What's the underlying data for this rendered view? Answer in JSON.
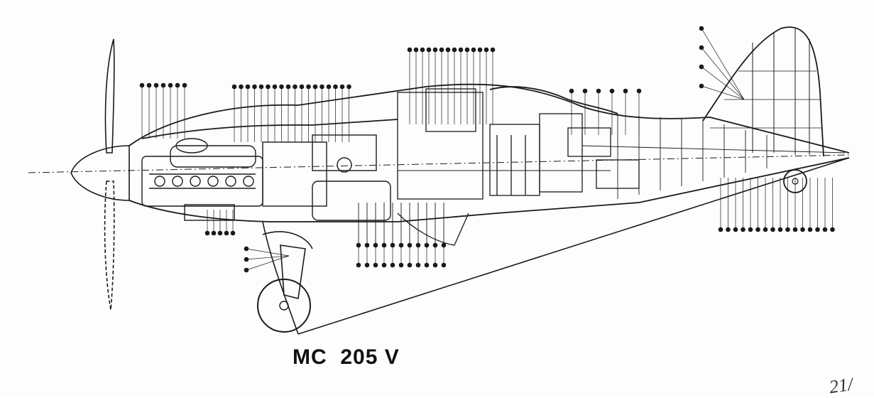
{
  "drawing": {
    "title": "MC  205 V",
    "page_mark": "21/",
    "ink_color": "#1a1a1a",
    "paper_color": "#fdfdfd",
    "callout_groups": [
      {
        "name": "nose-top-callouts",
        "count": 7
      },
      {
        "name": "engine-top-callouts",
        "count": 18
      },
      {
        "name": "cockpit-top-callouts",
        "count": 14
      },
      {
        "name": "fuselage-top-callouts",
        "count": 6
      },
      {
        "name": "tail-callouts",
        "count": 4
      },
      {
        "name": "engine-bottom-callouts",
        "count": 5
      },
      {
        "name": "belly-bottom-callouts",
        "count": 22
      },
      {
        "name": "rear-bottom-callouts",
        "count": 16
      },
      {
        "name": "gear-callouts",
        "count": 3
      }
    ]
  }
}
